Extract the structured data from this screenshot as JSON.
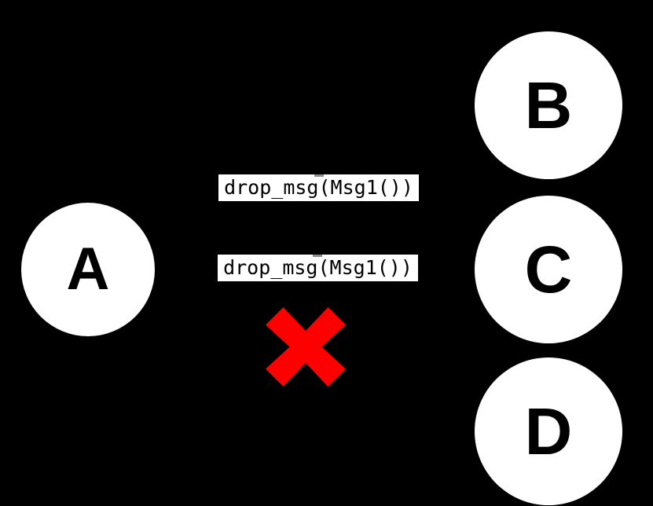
{
  "diagram": {
    "title": "message drop diagram",
    "background_color": "#000000",
    "node_fill_color": "#ffffff",
    "node_text_color": "#000000",
    "marker_color": "#ff0000",
    "nodes": [
      {
        "id": "a",
        "label": "A"
      },
      {
        "id": "b",
        "label": "B"
      },
      {
        "id": "c",
        "label": "C"
      },
      {
        "id": "d",
        "label": "D"
      }
    ],
    "edge_labels": [
      {
        "id": "edge-1",
        "text": "drop_msg(Msg1())"
      },
      {
        "id": "edge-2",
        "text": "drop_msg(Msg1())"
      }
    ],
    "markers": [
      {
        "id": "drop-x",
        "icon": "red-cross-icon",
        "color": "#ff0000"
      }
    ]
  }
}
